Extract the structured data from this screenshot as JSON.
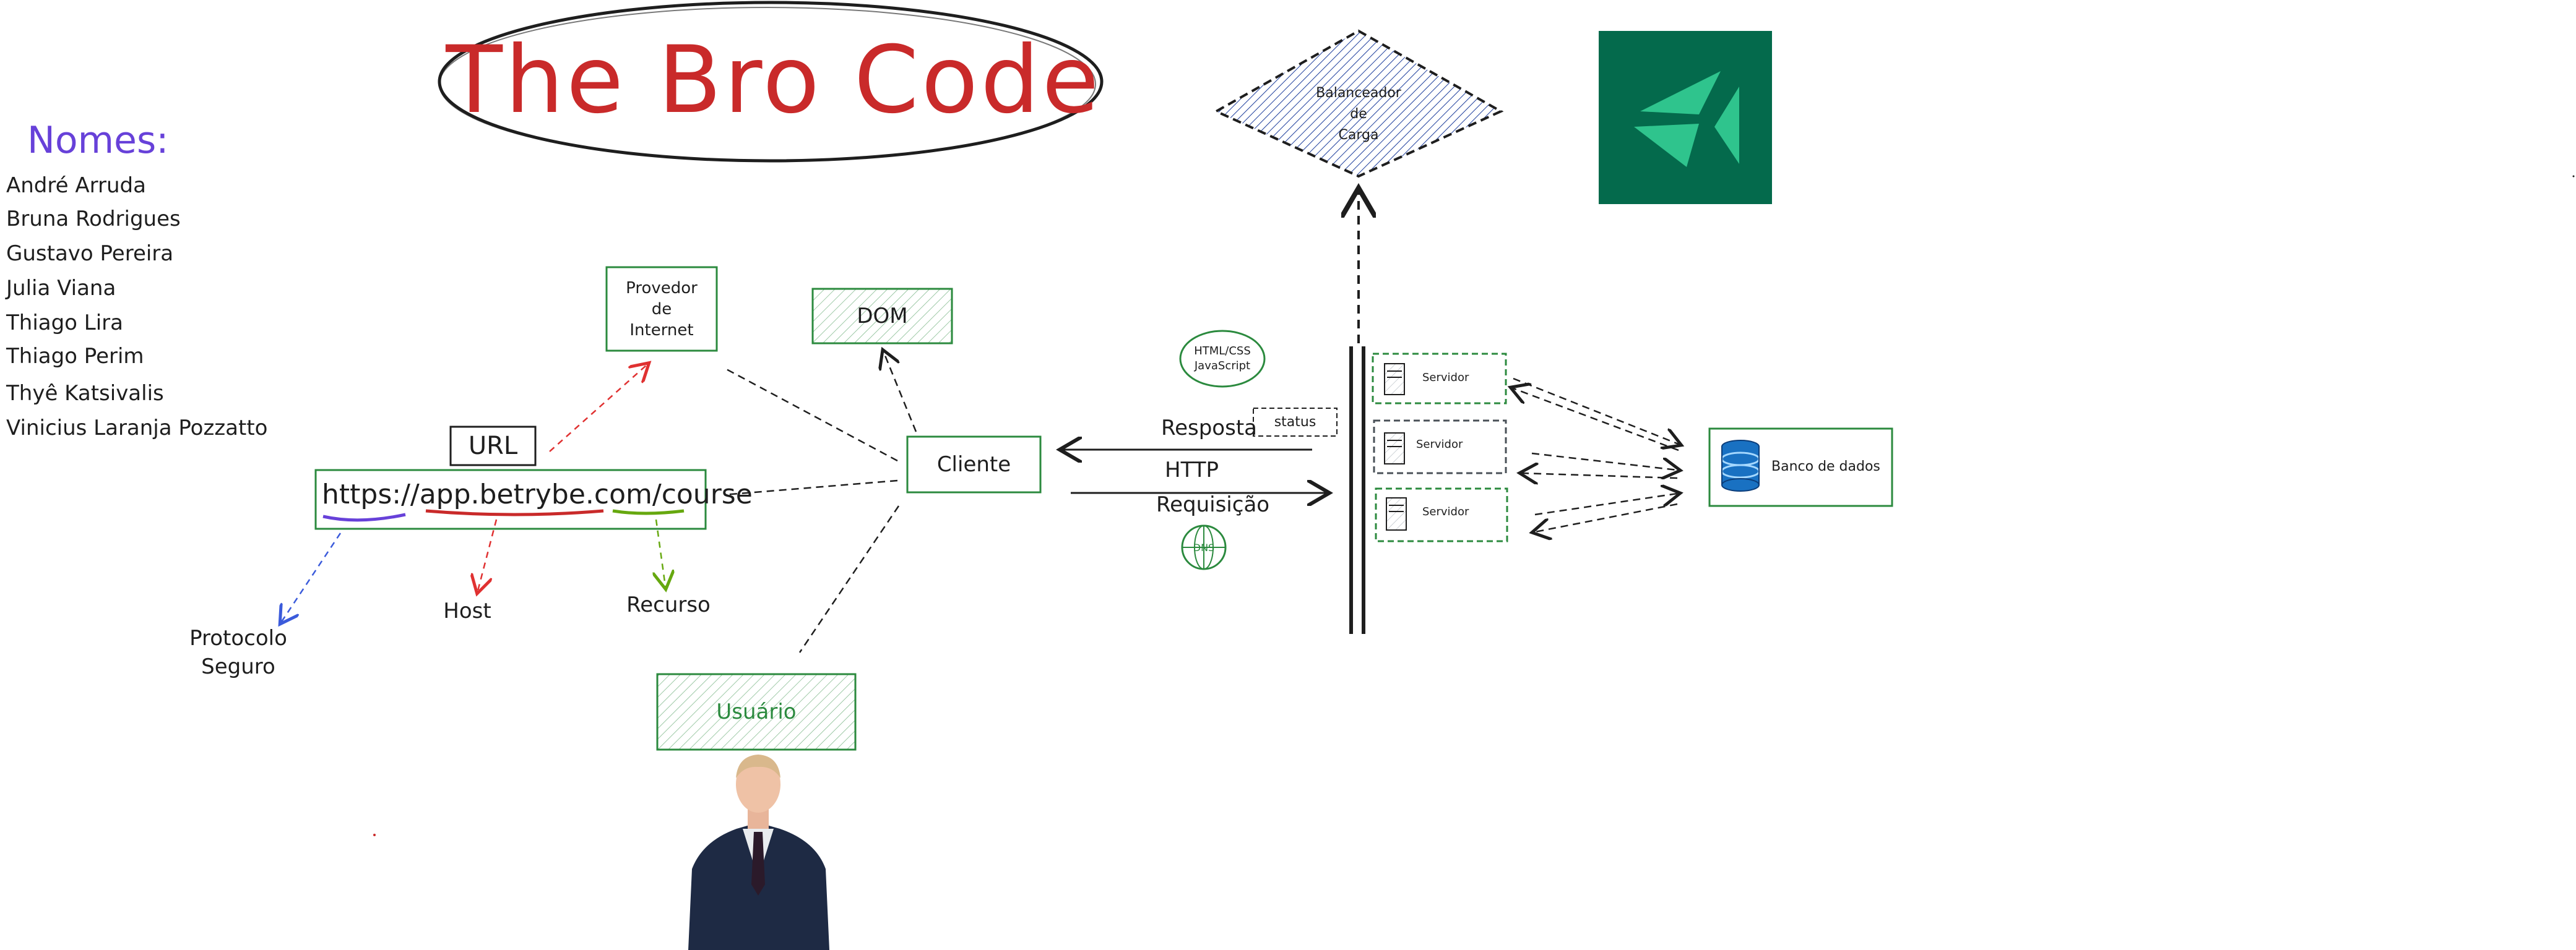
{
  "title": "The Bro Code",
  "names": {
    "heading": "Nomes:",
    "list": [
      "André Arruda",
      "Bruna Rodrigues",
      "Gustavo Pereira",
      "Julia Viana",
      "Thiago Lira",
      "Thiago Perim",
      "Thyê Katsivalis",
      "Vinicius Laranja Pozzatto"
    ]
  },
  "diagram": {
    "url_label": "URL",
    "url": {
      "protocol": "https://",
      "host": "app.betrybe.com",
      "path": "/course"
    },
    "protocolo_label": "Protocolo\nSeguro",
    "host_label": "Host",
    "recurso_label": "Recurso",
    "provedor_label": "Provedor\nde\nInternet",
    "dom_label": "DOM",
    "cliente_label": "Cliente",
    "usuario_label": "Usuário",
    "html_css_label": "HTML/CSS\nJavaScript",
    "status_label": "status",
    "resposta_label": "Resposta",
    "http_label": "HTTP",
    "requisicao_label": "Requisição",
    "dns_label": "DNS",
    "balanceador_label": "Balanceador\nde\nCarga",
    "servers": [
      "Servidor",
      "Servidor",
      "Servidor"
    ],
    "banco_label": "Banco de dados"
  },
  "colors": {
    "title": "#c92a2a",
    "names_heading": "#6741d9",
    "green": "#2b8a3e",
    "logo_bg": "#046a4c",
    "logo_fg": "#2fc48d",
    "db_blue": "#1971c2"
  }
}
